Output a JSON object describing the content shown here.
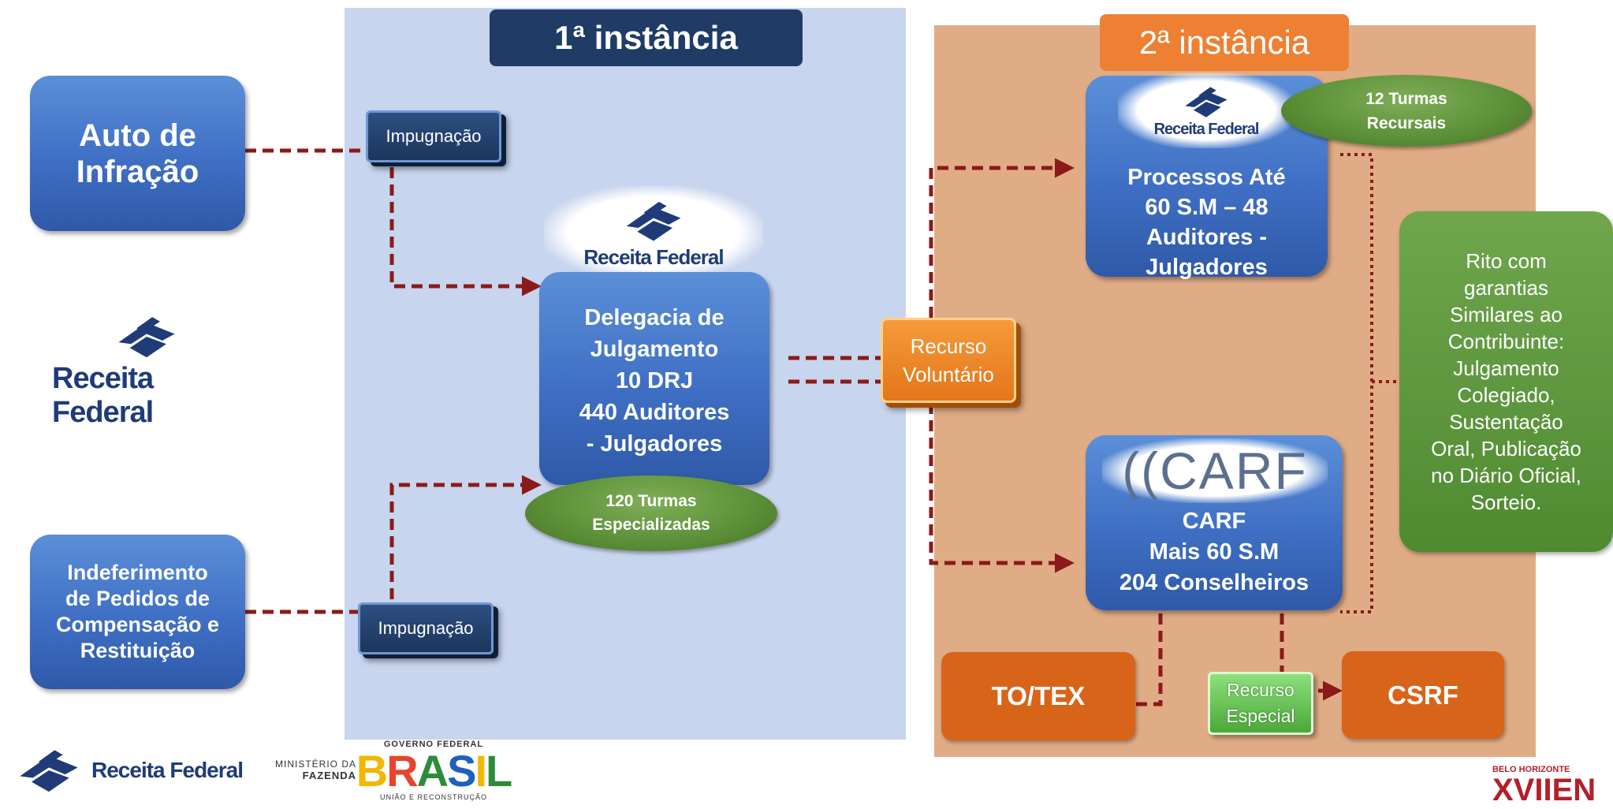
{
  "panels": {
    "first_instance": "1ª instância",
    "second_instance": "2ª instância"
  },
  "auto_infracao": [
    "Auto de",
    "Infração"
  ],
  "indeferimento": [
    "Indeferimento",
    "de Pedidos de",
    "Compensação e",
    "Restituição"
  ],
  "impugnacao_top": "Impugnação",
  "impugnacao_bottom": "Impugnação",
  "drj": {
    "logo": "Receita Federal",
    "lines": [
      "Delegacia de",
      "Julgamento",
      "10 DRJ",
      "440 Auditores",
      "- Julgadores"
    ],
    "turmas": [
      "120 Turmas",
      "Especializadas"
    ]
  },
  "recurso_voluntario": [
    "Recurso",
    "Voluntário"
  ],
  "processos": {
    "logo": "Receita Federal",
    "lines": [
      "Processos Até",
      "60 S.M – 48",
      "Auditores -",
      "Julgadores"
    ],
    "turmas": [
      "12 Turmas",
      "Recursais"
    ]
  },
  "carf": {
    "logo": "((CARF",
    "lines": [
      "CARF",
      "Mais 60 S.M",
      "204 Conselheiros"
    ]
  },
  "rito": [
    "Rito com",
    "garantias",
    "Similares ao",
    "Contribuinte:",
    "Julgamento",
    "Colegiado,",
    "Sustentação",
    "Oral, Publicação",
    "no Diário Oficial,",
    "Sorteio."
  ],
  "totex": "TO/TEX",
  "recurso_especial": [
    "Recurso",
    "Especial"
  ],
  "csrf": "CSRF",
  "left_logo": "Receita Federal",
  "footer": {
    "rf_logo": "Receita Federal",
    "ministerio": [
      "MINISTÉRIO DA",
      "FAZENDA"
    ],
    "governo_federal": "GOVERNO FEDERAL",
    "brasil": "BRASIL",
    "uniao": "UNIÃO E RECONSTRUÇÃO",
    "event_city": "BELO HORIZONTE",
    "event_name": "XVIIEN"
  },
  "colors": {
    "navy": "#1f3b66",
    "orange": "#ed8033",
    "blue_box": "#3f6fc4",
    "green": "#5b8f37",
    "connector": "#8b1a1a"
  }
}
